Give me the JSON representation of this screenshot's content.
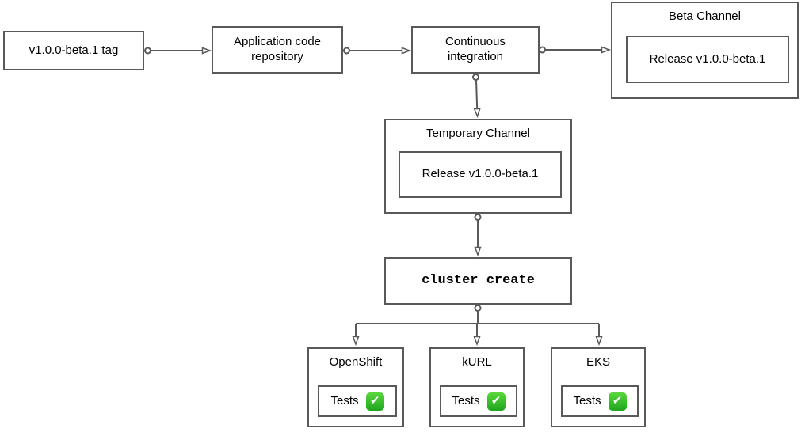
{
  "diagram": {
    "nodes": {
      "tag": {
        "label": "v1.0.0-beta.1 tag"
      },
      "repo": {
        "label": "Application code repository"
      },
      "ci": {
        "label": "Continuous integration"
      },
      "beta_channel": {
        "title": "Beta Channel",
        "release_label": "Release v1.0.0-beta.1"
      },
      "temporary_channel": {
        "title": "Temporary Channel",
        "release_label": "Release v1.0.0-beta.1"
      },
      "cluster_create": {
        "label": "cluster create"
      }
    },
    "platforms": [
      {
        "title": "OpenShift",
        "tests_label": "Tests",
        "status_icon": "check-mark-button"
      },
      {
        "title": "kURL",
        "tests_label": "Tests",
        "status_icon": "check-mark-button"
      },
      {
        "title": "EKS",
        "tests_label": "Tests",
        "status_icon": "check-mark-button"
      }
    ],
    "edges": [
      {
        "from": "v1.0.0-beta.1 tag",
        "to": "Application code repository"
      },
      {
        "from": "Application code repository",
        "to": "Continuous integration"
      },
      {
        "from": "Continuous integration",
        "to": "Beta Channel"
      },
      {
        "from": "Continuous integration",
        "to": "Temporary Channel"
      },
      {
        "from": "Temporary Channel",
        "to": "cluster create"
      },
      {
        "from": "cluster create",
        "to": "OpenShift"
      },
      {
        "from": "cluster create",
        "to": "kURL"
      },
      {
        "from": "cluster create",
        "to": "EKS"
      }
    ],
    "icons": {
      "check_glyph": "✔"
    }
  },
  "colors": {
    "node_border": "#595959",
    "node_fill": "#ffffff",
    "text_color": "#000000",
    "connector": "#595959",
    "check_bg_top": "#5bd73d",
    "check_bg_bottom": "#1ea51e",
    "check_glyph": "#ffffff"
  }
}
